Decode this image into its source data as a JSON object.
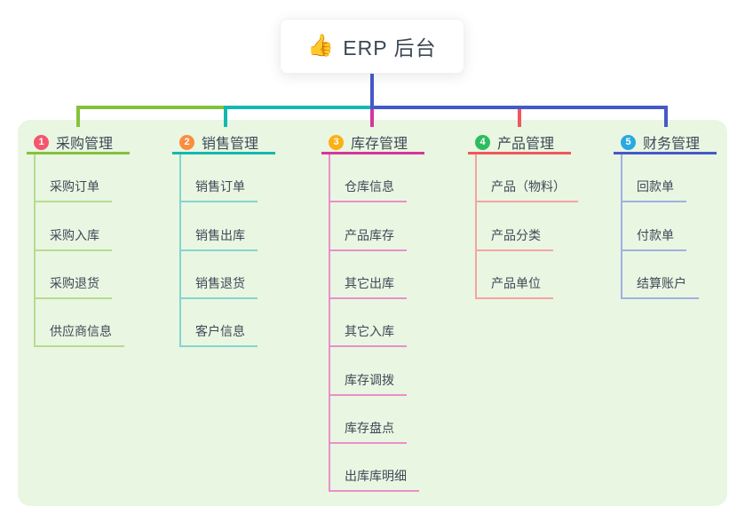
{
  "canvas": {
    "background": "#ffffff",
    "panel_background": "#e9f6e2"
  },
  "root": {
    "title": "ERP 后台",
    "icon": "thumbs-up",
    "icon_glyph": "👍",
    "icon_color": "#f0b92f",
    "connector_color": "#4659c8"
  },
  "branches": [
    {
      "index": "1",
      "label": "采购管理",
      "badge_color": "#f4566e",
      "line_color": "#84c23c",
      "child_line_color": "#b7dc8e",
      "children": [
        "采购订单",
        "采购入库",
        "采购退货",
        "供应商信息"
      ]
    },
    {
      "index": "2",
      "label": "销售管理",
      "badge_color": "#fb8d3f",
      "line_color": "#13b9b0",
      "child_line_color": "#84d6cf",
      "children": [
        "销售订单",
        "销售出库",
        "销售退货",
        "客户信息"
      ]
    },
    {
      "index": "3",
      "label": "库存管理",
      "badge_color": "#fbb017",
      "line_color": "#d6359c",
      "child_line_color": "#ea8fc9",
      "children": [
        "仓库信息",
        "产品库存",
        "其它出库",
        "其它入库",
        "库存调拨",
        "库存盘点",
        "出库库明细"
      ]
    },
    {
      "index": "4",
      "label": "产品管理",
      "badge_color": "#2dbd5e",
      "line_color": "#f0575b",
      "child_line_color": "#f7a3a5",
      "children": [
        "产品（物料）",
        "产品分类",
        "产品单位"
      ]
    },
    {
      "index": "5",
      "label": "财务管理",
      "badge_color": "#2aa9e0",
      "line_color": "#4659c8",
      "child_line_color": "#9fb0e2",
      "children": [
        "回款单",
        "付款单",
        "结算账户"
      ]
    }
  ]
}
